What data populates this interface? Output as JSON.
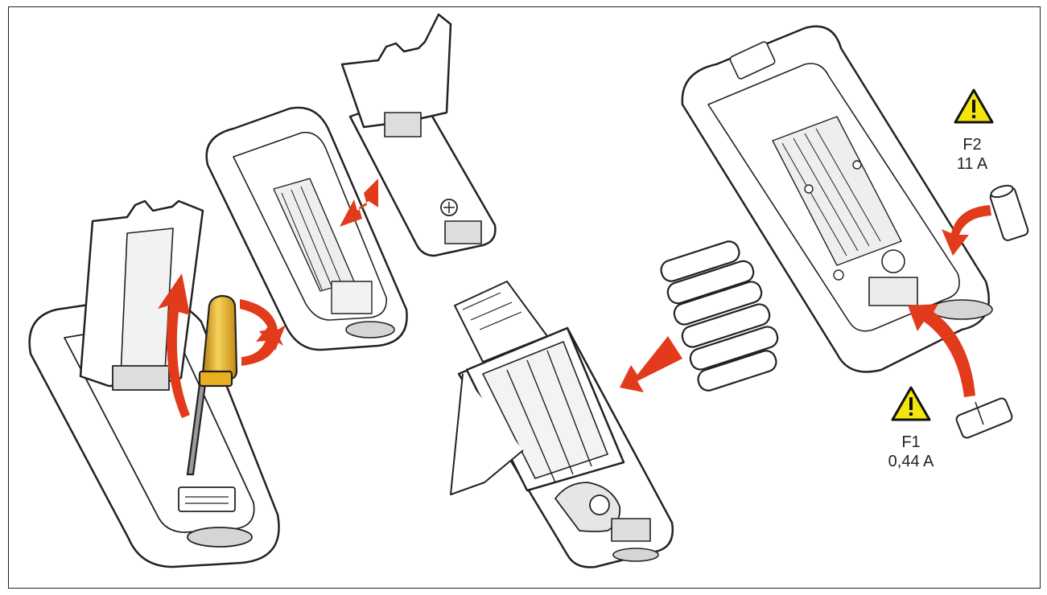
{
  "fuses": {
    "f2": {
      "name": "F2",
      "rating": "11 A"
    },
    "f1": {
      "name": "F1",
      "rating": "0,44 A"
    }
  },
  "warning_icon": "warning-triangle-icon",
  "colors": {
    "arrow": "#e23b1c",
    "warning": "#f3e60d",
    "handle": "#e8b020",
    "outline": "#222222",
    "shade": "#dcdcdc"
  }
}
